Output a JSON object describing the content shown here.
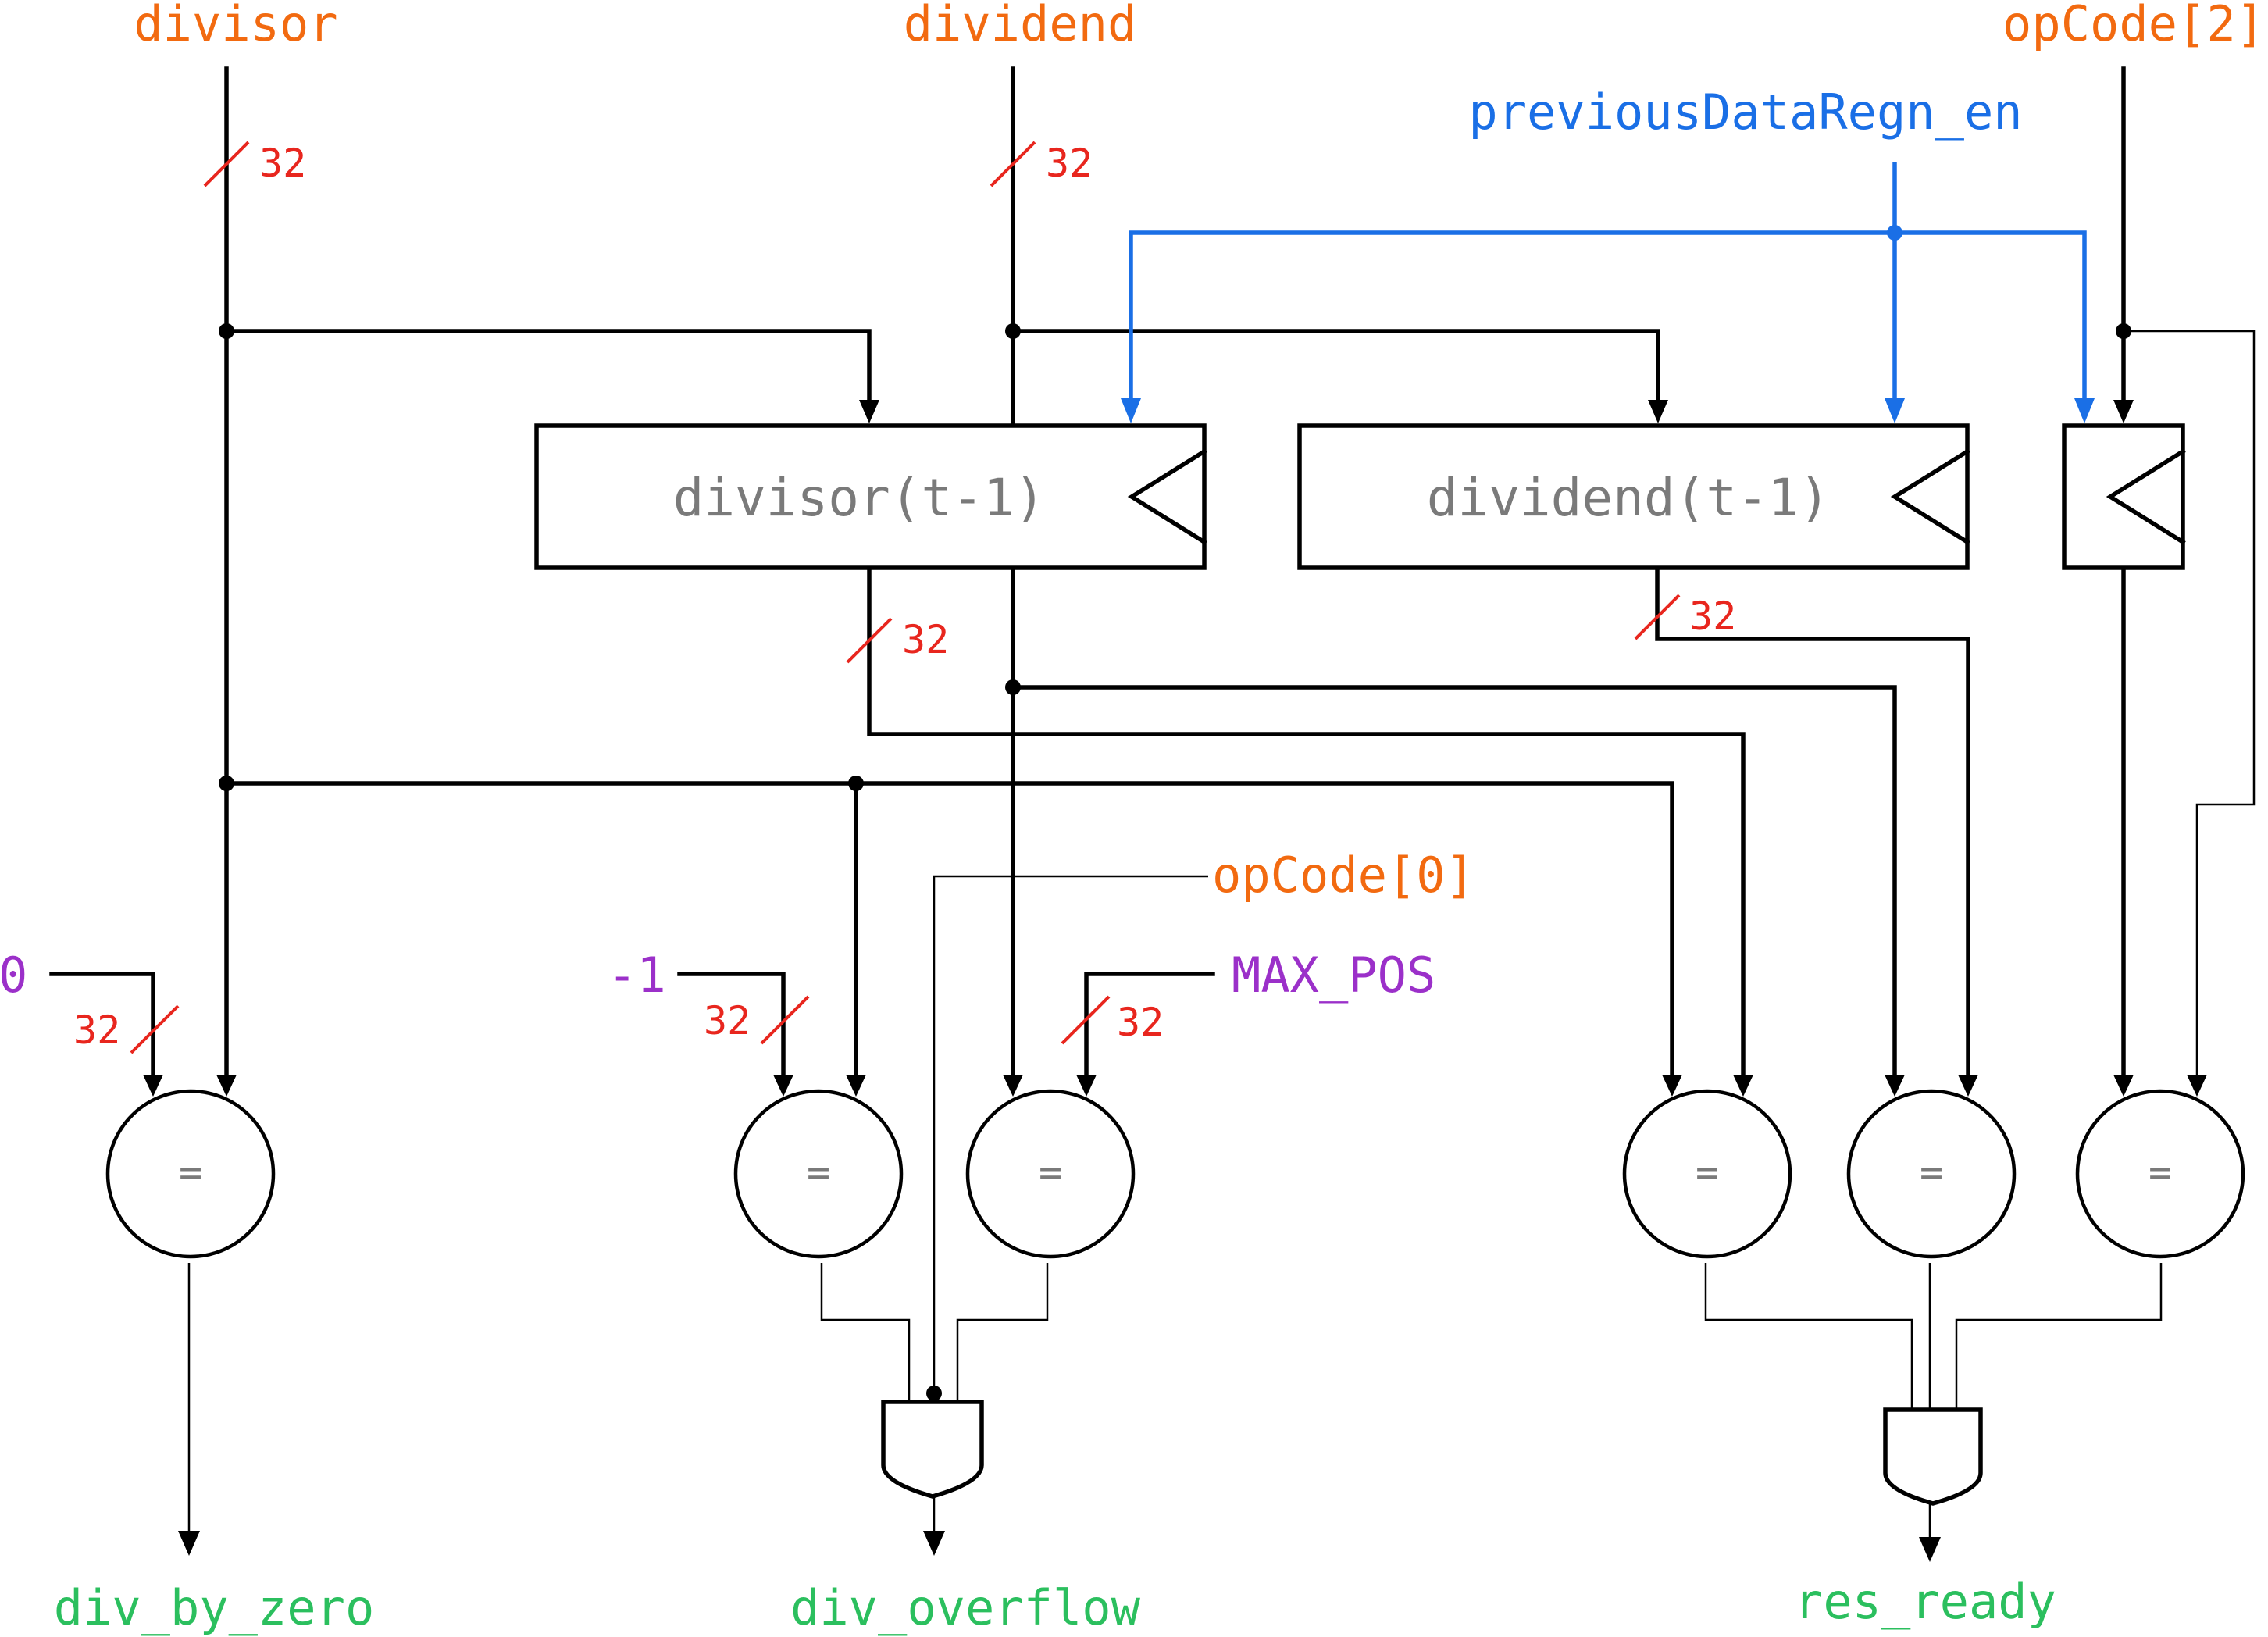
{
  "inputs": {
    "divisor": "divisor",
    "dividend": "dividend",
    "opcode2": "opCode[2]",
    "enable": "previousDataRegn_en",
    "opcode0": "opCode[0]",
    "zero": "0",
    "neg_one": "-1",
    "max_pos": "MAX_POS"
  },
  "bus_widths": {
    "divisor": "32",
    "dividend": "32",
    "divisor_reg_out": "32",
    "dividend_reg_out": "32",
    "zero": "32",
    "neg_one": "32",
    "max_pos": "32"
  },
  "registers": {
    "divisor_prev": "divisor(t-1)",
    "dividend_prev": "dividend(t-1)"
  },
  "comparators": [
    "=",
    "=",
    "=",
    "=",
    "=",
    "="
  ],
  "outputs": {
    "div_by_zero": "div_by_zero",
    "div_overflow": "div_overflow",
    "res_ready": "res_ready"
  },
  "colors": {
    "input_signal": "#f26a10",
    "enable_signal": "#1a6fe6",
    "constant": "#9b30c9",
    "output_signal": "#2bbf5e",
    "bus_width": "#e8261e"
  }
}
